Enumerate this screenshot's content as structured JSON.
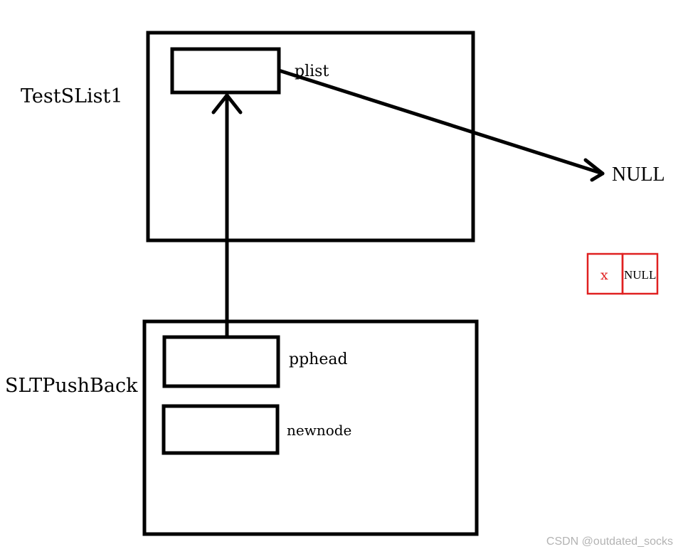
{
  "diagram": {
    "frames": {
      "test_slist1": {
        "label": "TestSList1",
        "var_plist": "plist"
      },
      "slt_push_back": {
        "label": "SLTPushBack",
        "var_pphead": "pphead",
        "var_newnode": "newnode"
      }
    },
    "null_target": "NULL",
    "node": {
      "data": "x",
      "next": "NULL"
    }
  },
  "colors": {
    "ink": "#000000",
    "node_border": "#e02020",
    "watermark": "#b3b3b3"
  },
  "watermark": "CSDN @outdated_socks"
}
